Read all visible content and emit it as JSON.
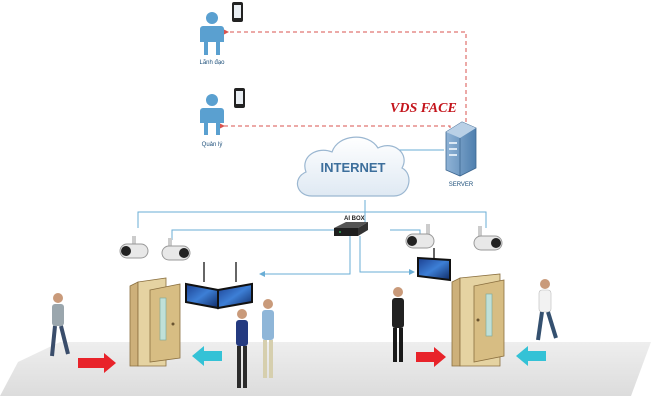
{
  "labels": {
    "leader": "Lãnh đạo",
    "manager": "Quản lý",
    "brand": "VDS FACE",
    "internet": "INTERNET",
    "server": "SERVER",
    "aibox": "AI BOX"
  },
  "colors": {
    "person_icon": "#5aa0d0",
    "notify_line": "#d9534f",
    "network_line": "#6aaed6",
    "brand": "#c4151c",
    "floor": "#e6e6e6",
    "door_frame": "#cdb07a",
    "entry_arrow": "#e8232a",
    "exit_arrow": "#34c2d6"
  },
  "icons": [
    "person-icon",
    "phone-icon",
    "cloud-icon",
    "server-icon",
    "camera-icon",
    "monitor-icon",
    "door-icon",
    "arrow-icon"
  ]
}
